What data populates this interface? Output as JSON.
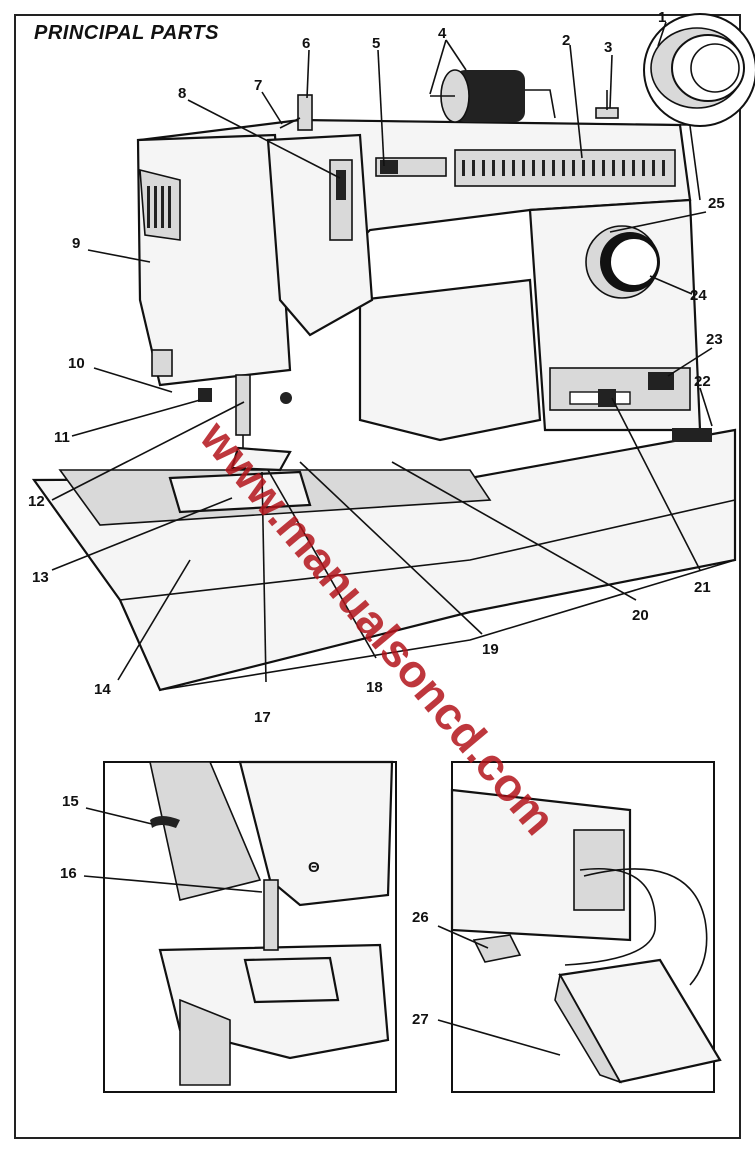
{
  "title": "PRINCIPAL PARTS",
  "watermark": "www.manualsoncd.com",
  "watermark_color": "#b3141b",
  "labels": [
    "1",
    "2",
    "3",
    "4",
    "5",
    "6",
    "7",
    "8",
    "9",
    "10",
    "11",
    "12",
    "13",
    "14",
    "15",
    "16",
    "17",
    "18",
    "19",
    "20",
    "21",
    "22",
    "23",
    "24",
    "25",
    "26",
    "27"
  ]
}
